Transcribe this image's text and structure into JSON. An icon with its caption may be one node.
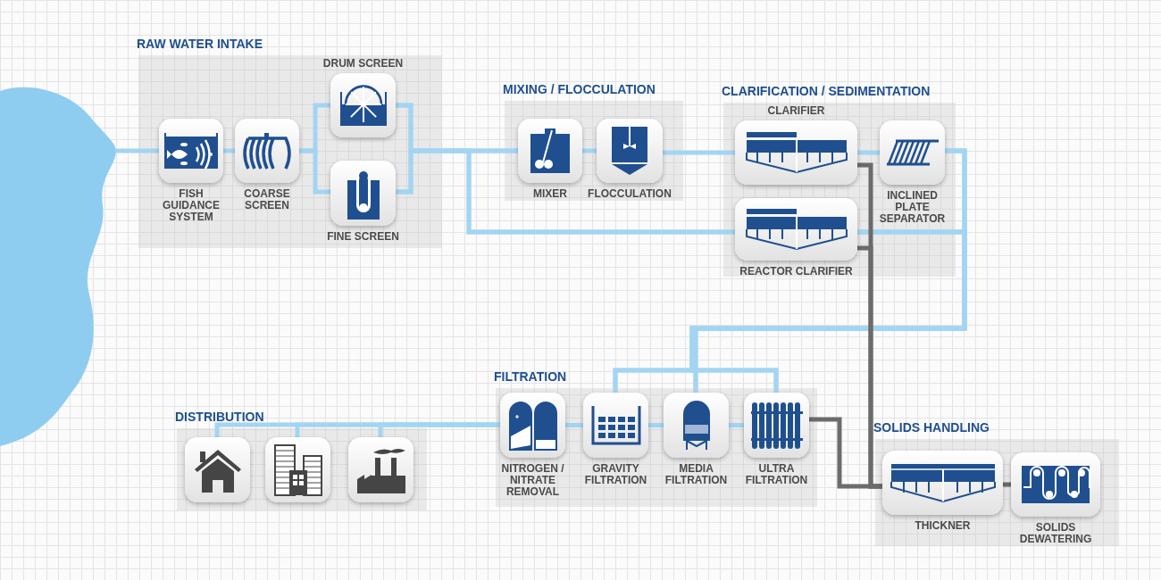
{
  "diagram": {
    "nodes": [
      {
        "text": [],
        "shape": "picture"
      },
      {
        "text": [
          "RAW WATER INTAKE"
        ]
      },
      {
        "text": [
          "FISH GUIDANCE SYSTEM"
        ],
        "in": 1
      },
      {
        "text": [
          "COARSE SCREEN"
        ],
        "in": 1
      },
      {
        "text": [
          "DRUM SCREEN"
        ],
        "in": 1
      },
      {
        "text": [
          "FINE SCREEN"
        ],
        "in": 1
      },
      {
        "text": [
          "MIXING / FLOCCULATION"
        ]
      },
      {
        "text": [
          "MIXER"
        ],
        "in": 6
      },
      {
        "text": [
          "FLOCCULATION"
        ],
        "in": 6
      },
      {
        "text": [
          "CLARIFICATION / SEDIMENTATION"
        ]
      },
      {
        "text": [
          "CLARIFIER"
        ],
        "in": 9
      },
      {
        "text": [
          "REACTOR CLARIFIER"
        ],
        "in": 9
      },
      {
        "text": [
          "INCLINED PLATE SEPARATOR"
        ],
        "in": 9
      },
      {
        "text": [
          "FILTRATION"
        ]
      },
      {
        "text": [
          "NITROGEN / NITRATE REMOVAL"
        ],
        "in": 13
      },
      {
        "text": [
          "GRAVITY FILTRATION"
        ],
        "in": 13
      },
      {
        "text": [
          "MEDIA FILTRATION"
        ],
        "in": 13
      },
      {
        "text": [
          "ULTRA FILTRATION"
        ],
        "in": 13
      },
      {
        "text": [
          "DISTRIBUTION"
        ]
      },
      {
        "text": [],
        "shape": "picture",
        "in": 18
      },
      {
        "text": [],
        "shape": "picture",
        "in": 18
      },
      {
        "text": [],
        "shape": "picture",
        "in": 18
      },
      {
        "text": [
          "SOLIDS HANDLING"
        ]
      },
      {
        "text": [
          "THICKNER"
        ],
        "in": 22
      },
      {
        "text": [
          "SOLIDS DEWATERING"
        ],
        "in": 22
      }
    ],
    "edges": [
      {
        "from": 0,
        "to": 2,
        "arrow": "none"
      },
      {
        "from": 2,
        "to": 3,
        "arrow": "none"
      },
      {
        "from": 3,
        "to": 4,
        "arrow": "none"
      },
      {
        "from": 3,
        "to": 5,
        "arrow": "none"
      },
      {
        "from": 4,
        "to": 7,
        "arrow": "none"
      },
      {
        "from": 5,
        "to": 7,
        "arrow": "none"
      },
      {
        "from": 4,
        "to": 11,
        "arrow": "none"
      },
      {
        "from": 5,
        "to": 11,
        "arrow": "none"
      },
      {
        "from": 7,
        "to": 8,
        "arrow": "none"
      },
      {
        "from": 8,
        "to": 10,
        "arrow": "none"
      },
      {
        "from": 10,
        "to": 12,
        "arrow": "none"
      },
      {
        "from": 12,
        "to": 15,
        "arrow": "none"
      },
      {
        "from": 12,
        "to": 16,
        "arrow": "none"
      },
      {
        "from": 12,
        "to": 17,
        "arrow": "none"
      },
      {
        "from": 11,
        "to": 15,
        "arrow": "none"
      },
      {
        "from": 11,
        "to": 16,
        "arrow": "none"
      },
      {
        "from": 11,
        "to": 17,
        "arrow": "none"
      },
      {
        "from": 14,
        "to": 15,
        "arrow": "none"
      },
      {
        "from": 15,
        "to": 16,
        "arrow": "none"
      },
      {
        "from": 16,
        "to": 17,
        "arrow": "none"
      },
      {
        "from": 14,
        "to": 19,
        "arrow": "none"
      },
      {
        "from": 14,
        "to": 20,
        "arrow": "none"
      },
      {
        "from": 14,
        "to": 21,
        "arrow": "none"
      },
      {
        "from": 10,
        "to": 23,
        "arrow": "none",
        "color": "#6b6b6b"
      },
      {
        "from": 11,
        "to": 23,
        "arrow": "none",
        "color": "#6b6b6b"
      },
      {
        "from": 17,
        "to": 23,
        "arrow": "none",
        "color": "#6b6b6b"
      },
      {
        "from": 23,
        "to": 24,
        "arrow": "none",
        "color": "#6b6b6b"
      }
    ]
  }
}
